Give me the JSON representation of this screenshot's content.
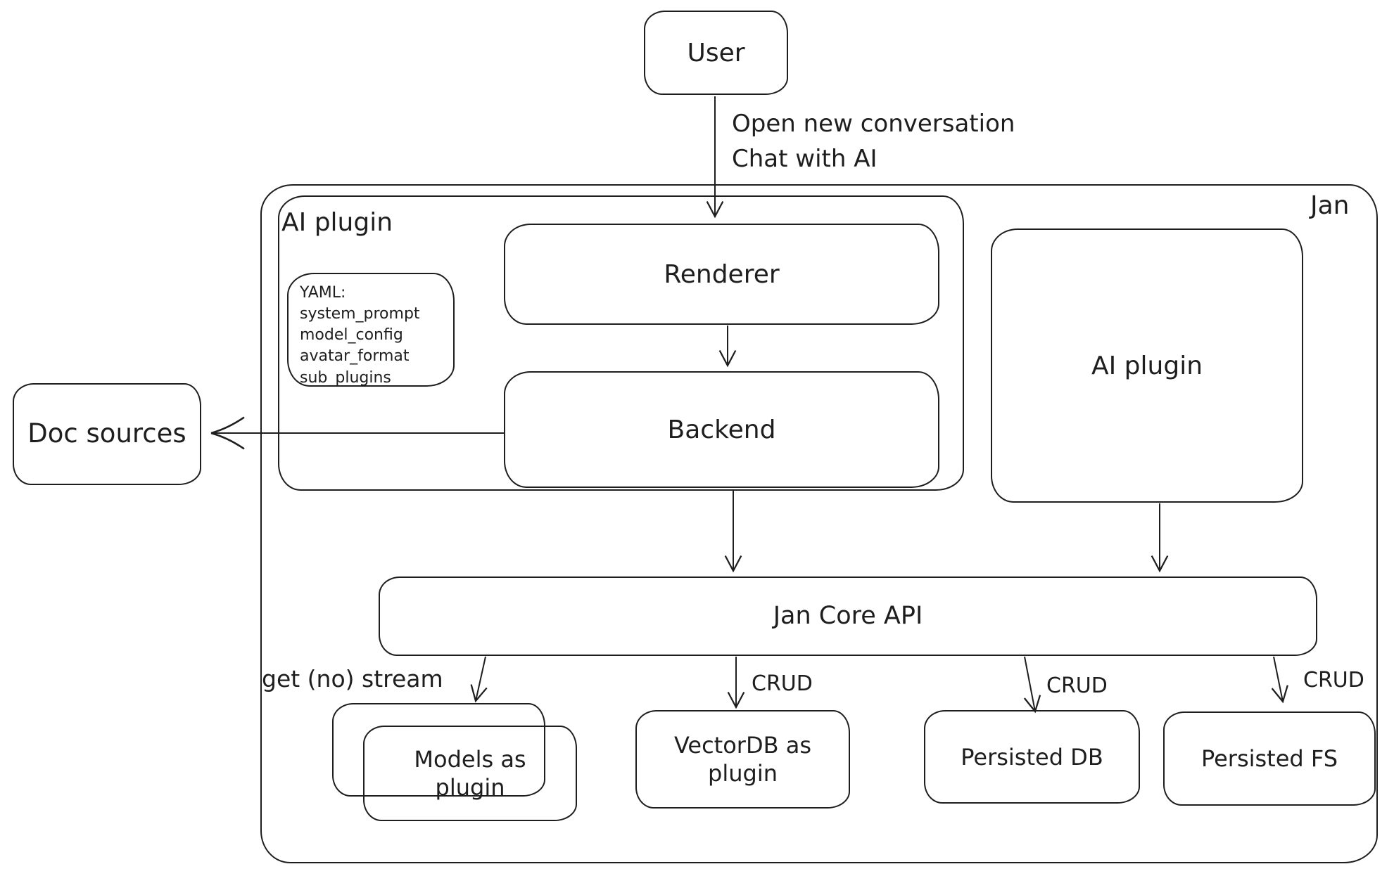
{
  "colors": {
    "stroke": "#1e1e1e",
    "background": "#ffffff"
  },
  "nodes": {
    "user": {
      "label": "User"
    },
    "jan_container": {
      "label": "Jan"
    },
    "ai_plugin_container": {
      "label": "AI plugin"
    },
    "yaml_note": {
      "lines": [
        "YAML:",
        "system_prompt",
        "model_config",
        "avatar_format",
        "sub_plugins"
      ]
    },
    "renderer": {
      "label": "Renderer"
    },
    "backend": {
      "label": "Backend"
    },
    "ai_plugin_box": {
      "label": "AI plugin"
    },
    "doc_sources": {
      "label": "Doc sources"
    },
    "jan_core_api": {
      "label": "Jan Core API"
    },
    "models_as_plugin": {
      "label": "Models as plugin"
    },
    "vectordb_as_plugin": {
      "label": "VectorDB as plugin"
    },
    "persisted_db": {
      "label": "Persisted DB"
    },
    "persisted_fs": {
      "label": "Persisted FS"
    }
  },
  "edges": {
    "user_to_renderer": {
      "labels": [
        "Open new conversation",
        "Chat with AI"
      ]
    },
    "api_to_models": {
      "label": "get (no) stream"
    },
    "api_to_vectordb": {
      "label": "CRUD"
    },
    "api_to_persisted_db": {
      "label": "CRUD"
    },
    "api_to_persisted_fs": {
      "label": "CRUD"
    }
  }
}
